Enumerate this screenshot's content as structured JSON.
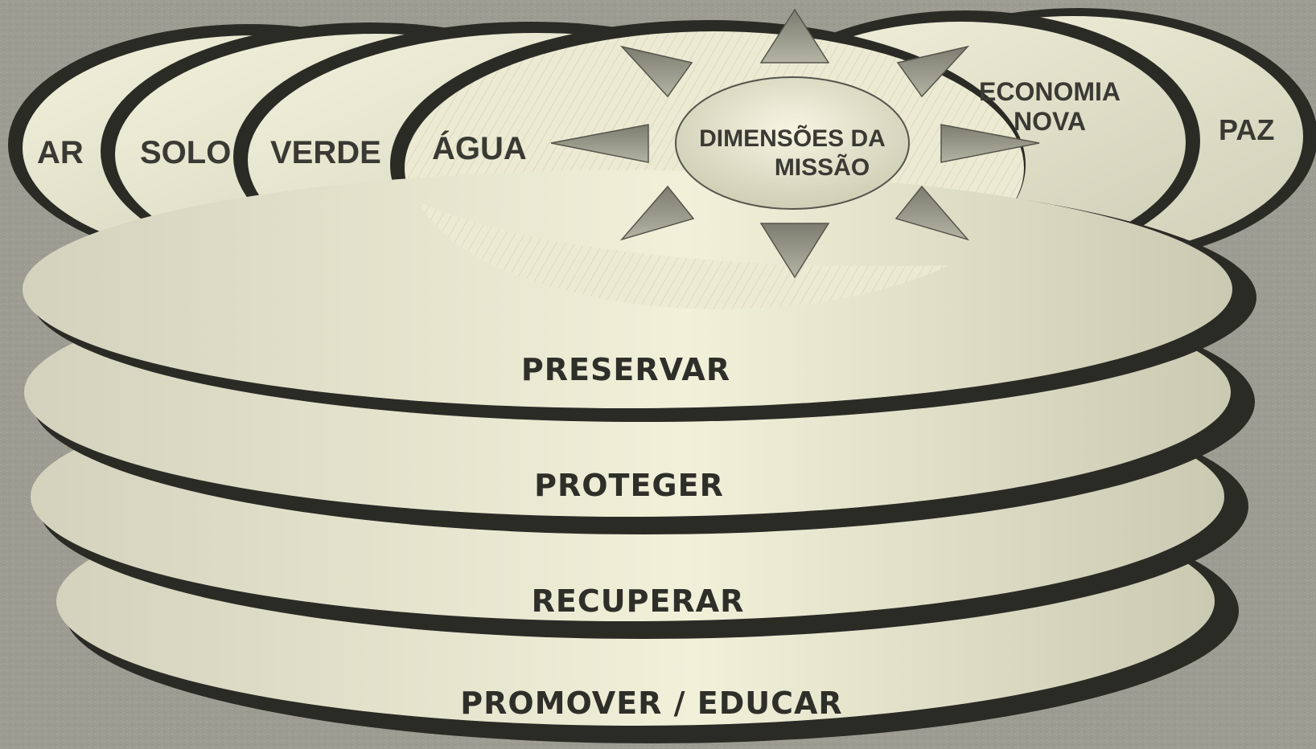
{
  "diagram": {
    "center": {
      "line1": "DIMENSÕES DA",
      "line2": "MISSÃO"
    },
    "dimensions": {
      "ar": "AR",
      "solo": "SOLO",
      "verde": "VERDE",
      "agua": "ÁGUA",
      "economia_line1": "ECONOMIA",
      "economia_line2": "NOVA",
      "paz": "PAZ"
    },
    "layers": {
      "preservar": "PRESERVAR",
      "proteger": "PROTEGER",
      "recuperar": "RECUPERAR",
      "promover": "PROMOVER / EDUCAR"
    },
    "colors": {
      "background": "#9c9c92",
      "disc_light": "#efefd8",
      "disc_dark": "#c9c9b1",
      "outline": "#2b2b26",
      "arrow": "#8d8d80"
    }
  }
}
